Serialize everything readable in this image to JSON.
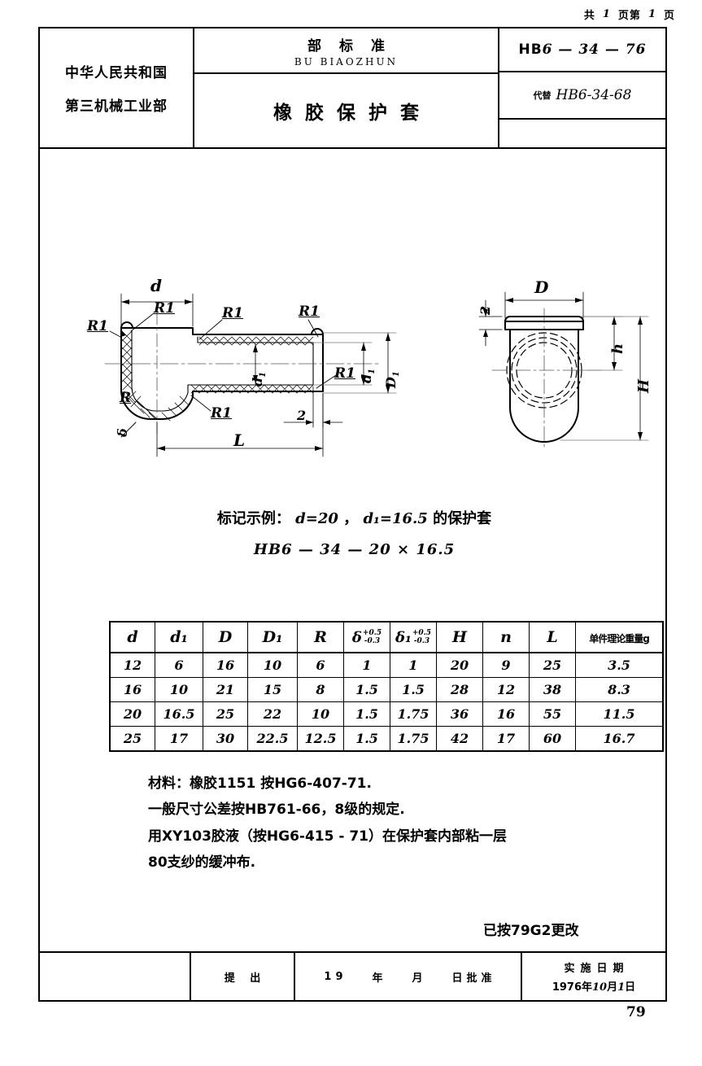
{
  "page": {
    "page_counter": {
      "total_prefix": "共",
      "total": "1",
      "unit1": "页第",
      "current": "1",
      "unit2": "页"
    },
    "page_number": "79"
  },
  "header": {
    "issuer_line1": "中华人民共和国",
    "issuer_line2": "第三机械工业部",
    "standard_type_cn": "部标准",
    "standard_type_en": "BU  BIAOZHUN",
    "product_name": "橡胶保护套",
    "standard_number_prefix": "HB",
    "standard_number_rest": "6 — 34 — 76",
    "replaces_label": "代替",
    "replaces_value": "HB6-34-68"
  },
  "drawing": {
    "labels": {
      "d": "d",
      "d1": "d1",
      "D": "D",
      "D1": "D1",
      "R": "R",
      "R1": "R1",
      "L": "L",
      "H": "H",
      "h": "h",
      "two": "2"
    }
  },
  "marking": {
    "line1_prefix": "标记示例：",
    "line1_d": "d=20",
    "line1_sep": "，",
    "line1_d1": "d₁=16.5",
    "line1_suffix": "的保护套",
    "line2": "HB6 — 34 — 20 × 16.5"
  },
  "spec_table": {
    "headers": [
      {
        "text": "d",
        "kind": "plain"
      },
      {
        "text": "d₁",
        "kind": "plain"
      },
      {
        "text": "D",
        "kind": "plain"
      },
      {
        "text": "D₁",
        "kind": "plain"
      },
      {
        "text": "R",
        "kind": "plain"
      },
      {
        "text": "δ",
        "kind": "tol",
        "upper": "+0.5",
        "lower": "-0.3"
      },
      {
        "text": "δ₁",
        "kind": "tol",
        "upper": "+0.5",
        "lower": "-0.3"
      },
      {
        "text": "H",
        "kind": "plain"
      },
      {
        "text": "n",
        "kind": "plain"
      },
      {
        "text": "L",
        "kind": "plain"
      },
      {
        "text": "单件理论重量g",
        "kind": "weight"
      }
    ],
    "rows": [
      [
        "12",
        "6",
        "16",
        "10",
        "6",
        "1",
        "1",
        "20",
        "9",
        "25",
        "3.5"
      ],
      [
        "16",
        "10",
        "21",
        "15",
        "8",
        "1.5",
        "1.5",
        "28",
        "12",
        "38",
        "8.3"
      ],
      [
        "20",
        "16.5",
        "25",
        "22",
        "10",
        "1.5",
        "1.75",
        "36",
        "16",
        "55",
        "11.5"
      ],
      [
        "25",
        "17",
        "30",
        "22.5",
        "12.5",
        "1.5",
        "1.75",
        "42",
        "17",
        "60",
        "16.7"
      ]
    ]
  },
  "notes": {
    "line1": "材料：橡胶1151 按HG6-407-71.",
    "line2": "一般尺寸公差按HB761-66，8级的规定.",
    "line3": "用XY103胶液（按HG6-415 - 71）在保护套内部粘一层",
    "line4": "80支纱的缓冲布.",
    "revision_stamp": "已按79G2更改"
  },
  "footer": {
    "submit_label": "提 出",
    "year_prefix": "19",
    "year_unit": "年",
    "month_unit": "月",
    "day_approve": "日批准",
    "effective_label": "实施日期",
    "effective_year": "1976",
    "effective_year_unit": "年",
    "effective_month": "10",
    "effective_month_unit": "月",
    "effective_day": "1",
    "effective_day_unit": "日"
  }
}
